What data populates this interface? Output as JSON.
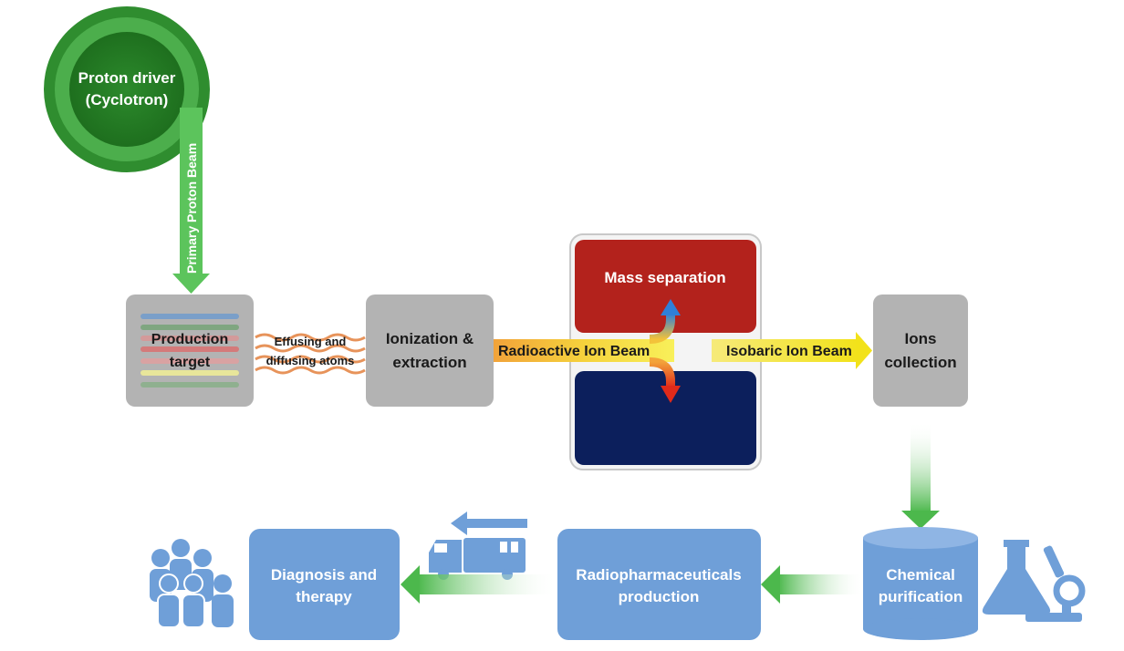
{
  "cyclotron": {
    "line1": "Proton driver",
    "line2": "(Cyclotron)"
  },
  "primary_beam_label": "Primary Proton Beam",
  "production_target": {
    "line1": "Production",
    "line2": "target"
  },
  "effusing": {
    "line1": "Effusing and",
    "line2": "diffusing atoms"
  },
  "ionization": {
    "line1": "Ionization &",
    "line2": "extraction"
  },
  "mass_separation": "Mass separation",
  "radioactive_beam_label": "Radioactive Ion Beam",
  "isobaric_beam_label": "Isobaric Ion Beam",
  "ions_collection": {
    "line1": "Ions",
    "line2": "collection"
  },
  "chemical_purification": {
    "line1": "Chemical",
    "line2": "purification"
  },
  "radiopharma": {
    "line1": "Radiopharmaceuticals",
    "line2": "production"
  },
  "diagnosis": {
    "line1": "Diagnosis and",
    "line2": "therapy"
  },
  "colors": {
    "cyclotron_outer": "#2e8b2e",
    "cyclotron_ring": "#4cae4c",
    "cyclotron_inner": "#1f7a1f",
    "gray_box": "#b3b3b3",
    "blue_box": "#6f9fd8",
    "mass_sep_red": "#b3221c",
    "separator_navy": "#0c1f5c",
    "beam_green": "#5cc45c"
  },
  "icons": [
    "people-group-icon",
    "delivery-truck-icon",
    "lab-flask-microscope-icon"
  ]
}
